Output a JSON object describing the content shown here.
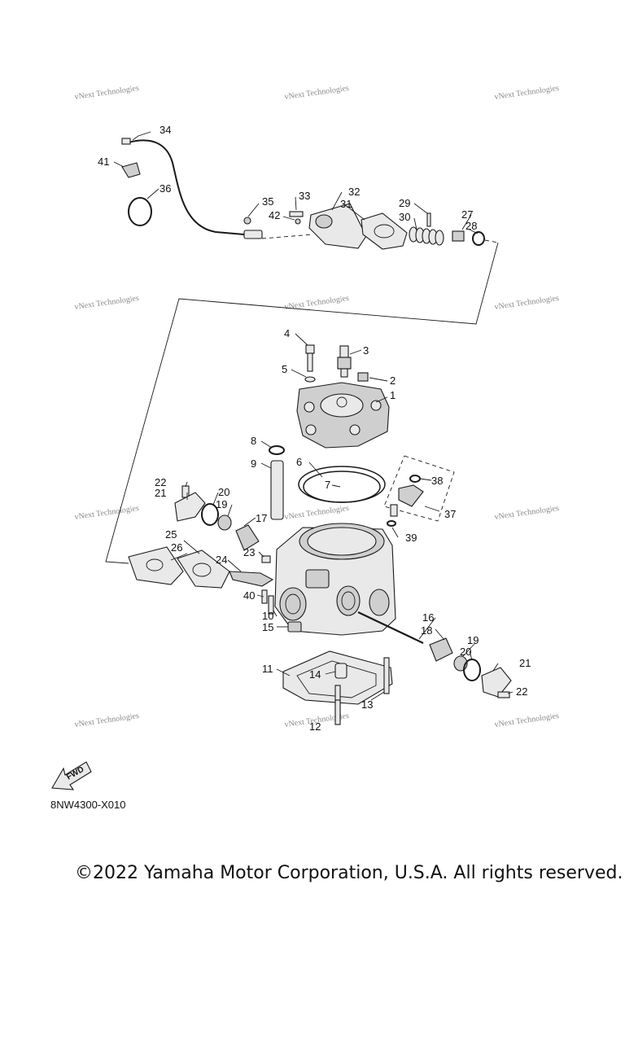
{
  "diagram_code": "8NW4300-X010",
  "copyright": "©2022 Yamaha Motor Corporation, U.S.A. All rights reserved.",
  "watermark": "vNext Technologies",
  "fwd_label": "FWD",
  "callouts": {
    "1": "1",
    "2": "2",
    "3": "3",
    "4": "4",
    "5": "5",
    "6": "6",
    "7": "7",
    "8": "8",
    "9": "9",
    "10": "10",
    "11": "11",
    "12": "12",
    "13": "13",
    "14": "14",
    "15": "15",
    "16": "16",
    "17": "17",
    "18": "18",
    "19a": "19",
    "19b": "19",
    "20a": "20",
    "20b": "20",
    "21a": "21",
    "21b": "21",
    "22a": "22",
    "22b": "22",
    "23": "23",
    "24": "24",
    "25": "25",
    "26": "26",
    "27": "27",
    "28": "28",
    "29": "29",
    "30": "30",
    "31": "31",
    "32": "32",
    "33": "33",
    "34": "34",
    "35": "35",
    "36": "36",
    "37": "37",
    "38": "38",
    "39": "39",
    "40": "40",
    "41": "41",
    "42": "42"
  }
}
